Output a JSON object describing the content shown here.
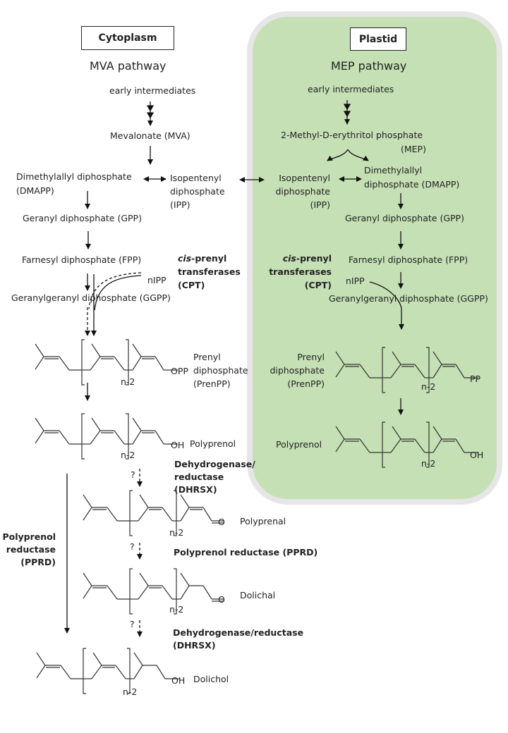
{
  "compartments": {
    "cytoplasm": {
      "title": "Cytoplasm",
      "pathway": "MVA pathway"
    },
    "plastid": {
      "title": "Plastid",
      "pathway": "MEP pathway",
      "fill_color": "#c5e0b4",
      "border_color": "#e6e6e6"
    }
  },
  "mva": {
    "early": "early intermediates",
    "mva": "Mevalonate (MVA)",
    "dmapp_1": "Dimethylallyl diphosphate",
    "dmapp_2": "(DMAPP)",
    "ipp_1": "Isopentenyl",
    "ipp_2": "diphosphate",
    "ipp_3": "(IPP)",
    "gpp": "Geranyl diphosphate (GPP)",
    "fpp": "Farnesyl diphosphate (FPP)",
    "ggpp": "Geranylgeranyl diphosphate (GGPP)",
    "nipp": "nIPP",
    "cpt_italic": "cis",
    "cpt_1": "-prenyl",
    "cpt_2": "transferases",
    "cpt_3": "(CPT)"
  },
  "mep": {
    "early": "early intermediates",
    "mep_1": "2-Methyl-D-erythritol  phosphate",
    "mep_2": "(MEP)",
    "ipp_1": "Isopentenyl",
    "ipp_2": "diphosphate",
    "ipp_3": "(IPP)",
    "dmapp_1": "Dimethylallyl",
    "dmapp_2": "diphosphate (DMAPP)",
    "gpp": "Geranyl diphosphate (GPP)",
    "fpp": "Farnesyl diphosphate (FPP)",
    "ggpp": "Geranylgeranyl diphosphate (GGPP)",
    "nipp": "nIPP",
    "cpt_italic": "cis",
    "cpt_1": "-prenyl",
    "cpt_2": "transferases",
    "cpt_3": "(CPT)"
  },
  "structures": {
    "prenpp_1": "Prenyl",
    "prenpp_2": "diphosphate",
    "prenpp_3": "(PrenPP)",
    "opp": "OPP",
    "pp": "PP",
    "oh": "OH",
    "o": "O",
    "repeat": "n-2",
    "polyprenol": "Polyprenol",
    "polyprenal": "Polyprenal",
    "dolichal": "Dolichal",
    "dolichol": "Dolichol"
  },
  "enzymes": {
    "dhrsx_a_1": "Dehydrogenase/",
    "dhrsx_a_2": "reductase",
    "dhrsx_a_3": "(DHRSX)",
    "pprd_inline": "Polyprenol reductase (PPRD)",
    "dhrsx_b_1": "Dehydrogenase/reductase",
    "dhrsx_b_2": "(DHRSX)",
    "pprd_side_1": "Polyprenol",
    "pprd_side_2": "reductase",
    "pprd_side_3": "(PPRD)",
    "unknown_mark": "?"
  }
}
